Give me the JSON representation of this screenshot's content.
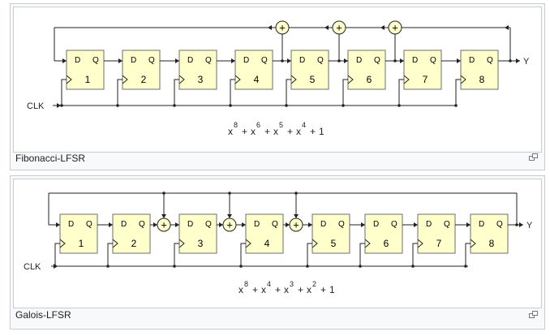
{
  "fibonacci": {
    "caption": "Fibonacci-LFSR",
    "clk_label": "CLK",
    "out_label": "Y",
    "d_label": "D",
    "q_label": "Q",
    "stage_labels": [
      "1",
      "2",
      "3",
      "4",
      "5",
      "6",
      "7",
      "8"
    ],
    "xor_symbol": "+",
    "polynomial": {
      "terms": [
        {
          "base": "x",
          "exp": "8"
        },
        {
          "base": "x",
          "exp": "6"
        },
        {
          "base": "x",
          "exp": "5"
        },
        {
          "base": "x",
          "exp": "4"
        }
      ],
      "plus": "+",
      "constant": "1"
    }
  },
  "galois": {
    "caption": "Galois-LFSR",
    "clk_label": "CLK",
    "out_label": "Y",
    "d_label": "D",
    "q_label": "Q",
    "stage_labels": [
      "1",
      "2",
      "3",
      "4",
      "5",
      "6",
      "7",
      "8"
    ],
    "xor_symbol": "+",
    "polynomial": {
      "terms": [
        {
          "base": "x",
          "exp": "8"
        },
        {
          "base": "x",
          "exp": "4"
        },
        {
          "base": "x",
          "exp": "3"
        },
        {
          "base": "x",
          "exp": "2"
        }
      ],
      "plus": "+",
      "constant": "1"
    }
  },
  "colors": {
    "ff_fill": "#ffffcc",
    "ff_stroke": "#6e6e6e",
    "xor_fill": "#ffffcc",
    "wire": "#222222"
  },
  "icons": [
    "magnify-icon"
  ]
}
